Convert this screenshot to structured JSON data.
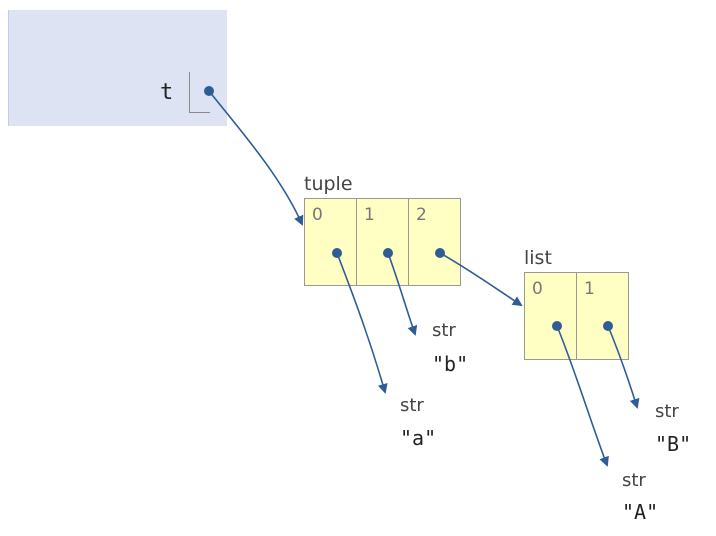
{
  "frame": {
    "variable": "t"
  },
  "tuple": {
    "type_label": "tuple",
    "indices": [
      "0",
      "1",
      "2"
    ]
  },
  "list": {
    "type_label": "list",
    "indices": [
      "0",
      "1"
    ]
  },
  "strings": {
    "a": {
      "type": "str",
      "value": "\"a\""
    },
    "b": {
      "type": "str",
      "value": "\"b\""
    },
    "A": {
      "type": "str",
      "value": "\"A\""
    },
    "B": {
      "type": "str",
      "value": "\"B\""
    }
  },
  "colors": {
    "frame_bg": "#dde3f3",
    "object_bg": "#ffffc4",
    "arrow": "#2e5d96"
  }
}
